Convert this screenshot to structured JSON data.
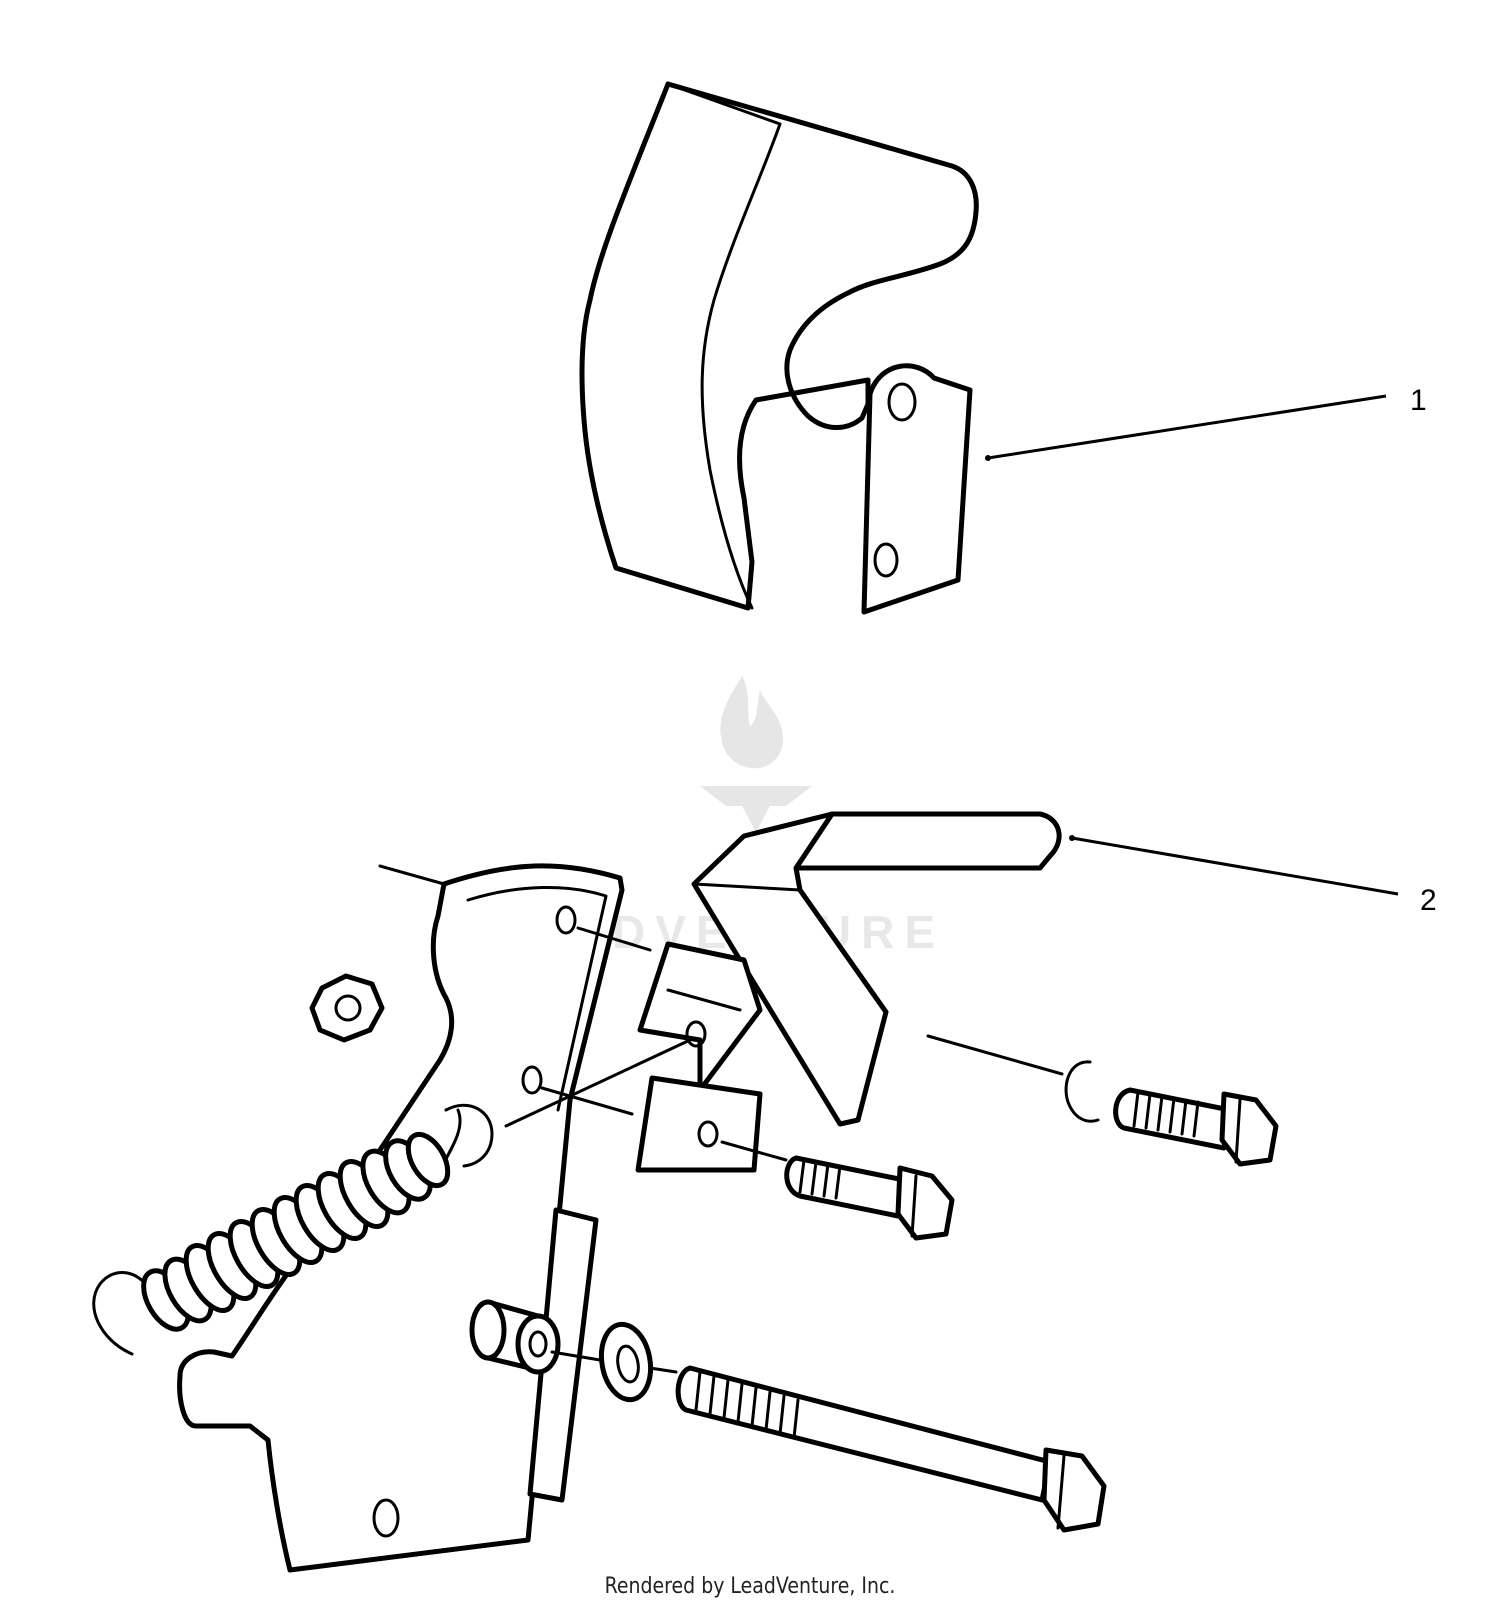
{
  "callouts": [
    {
      "number": "1"
    },
    {
      "number": "2"
    }
  ],
  "watermark": {
    "text": "LEADVENTURE"
  },
  "footer": {
    "text": "Rendered by LeadVenture, Inc."
  },
  "colors": {
    "ink": "#000000",
    "background": "#ffffff",
    "watermark": "#e6e6e6"
  }
}
